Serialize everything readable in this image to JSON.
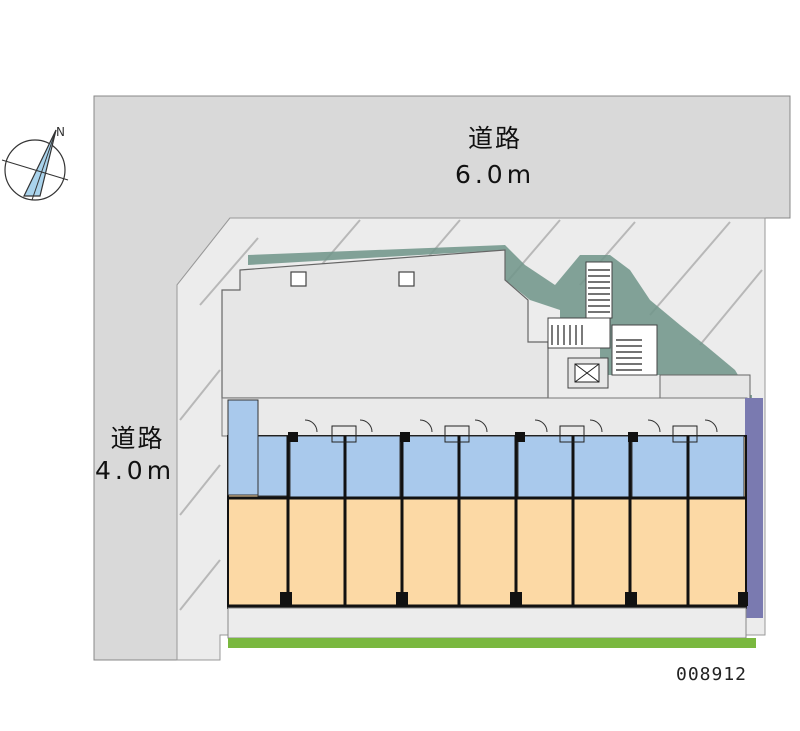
{
  "roads": {
    "top": {
      "name": "道路",
      "width": "6.0m"
    },
    "left": {
      "name": "道路",
      "width": "4.0m"
    }
  },
  "reference_code": "008912",
  "colors": {
    "road": "#d8d8d8",
    "site": "#e8e8e8",
    "building": "#e6e6e6",
    "stair_green": "#6f9488",
    "bath_blue": "#a9c9ec",
    "room_peach": "#fcd9a5",
    "wall": "#111111",
    "hedge": "#7ab83f",
    "balcony_purple": "#7a7ab0"
  }
}
